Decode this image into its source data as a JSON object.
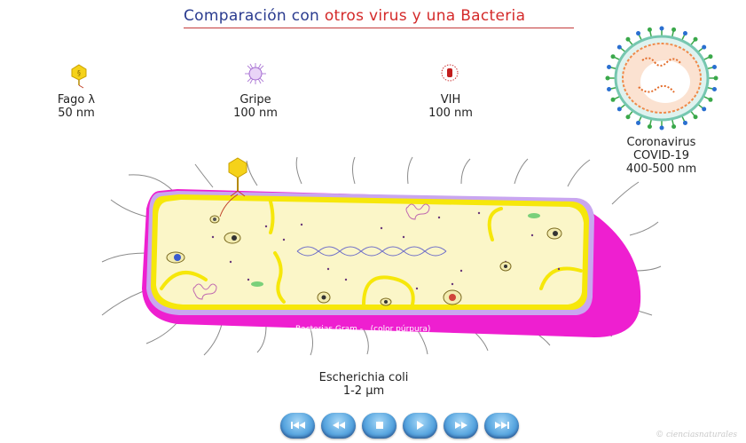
{
  "title": {
    "part1": "Comparación con ",
    "part2": "otros virus y una ",
    "part3": "Bacteria"
  },
  "viruses": [
    {
      "name": "Fago λ",
      "size": "50 nm",
      "icon": "phage-lambda-icon"
    },
    {
      "name": "Gripe",
      "size": "100 nm",
      "icon": "influenza-virus-icon"
    },
    {
      "name": "VIH",
      "size": "100 nm",
      "icon": "hiv-virus-icon"
    },
    {
      "name": "Coronavirus",
      "name2": "COVID-19",
      "size": "400-500 nm",
      "icon": "coronavirus-icon"
    }
  ],
  "bacteria": {
    "band_label": "Bacterias Gram -   (color púrpura)",
    "name": "Escherichia coli",
    "size": "1-2 µm"
  },
  "controls": [
    "first",
    "rewind",
    "stop",
    "play",
    "forward",
    "last"
  ],
  "watermark": "© cienciasnaturales",
  "colors": {
    "membrane_outer": "#ee1fd0",
    "membrane_inner": "#f6e70a",
    "cytoplasm": "#fbf6c8",
    "title_blue": "#2a3b8f",
    "title_red": "#d42a2a",
    "button_blue": "#5aa7e0"
  }
}
